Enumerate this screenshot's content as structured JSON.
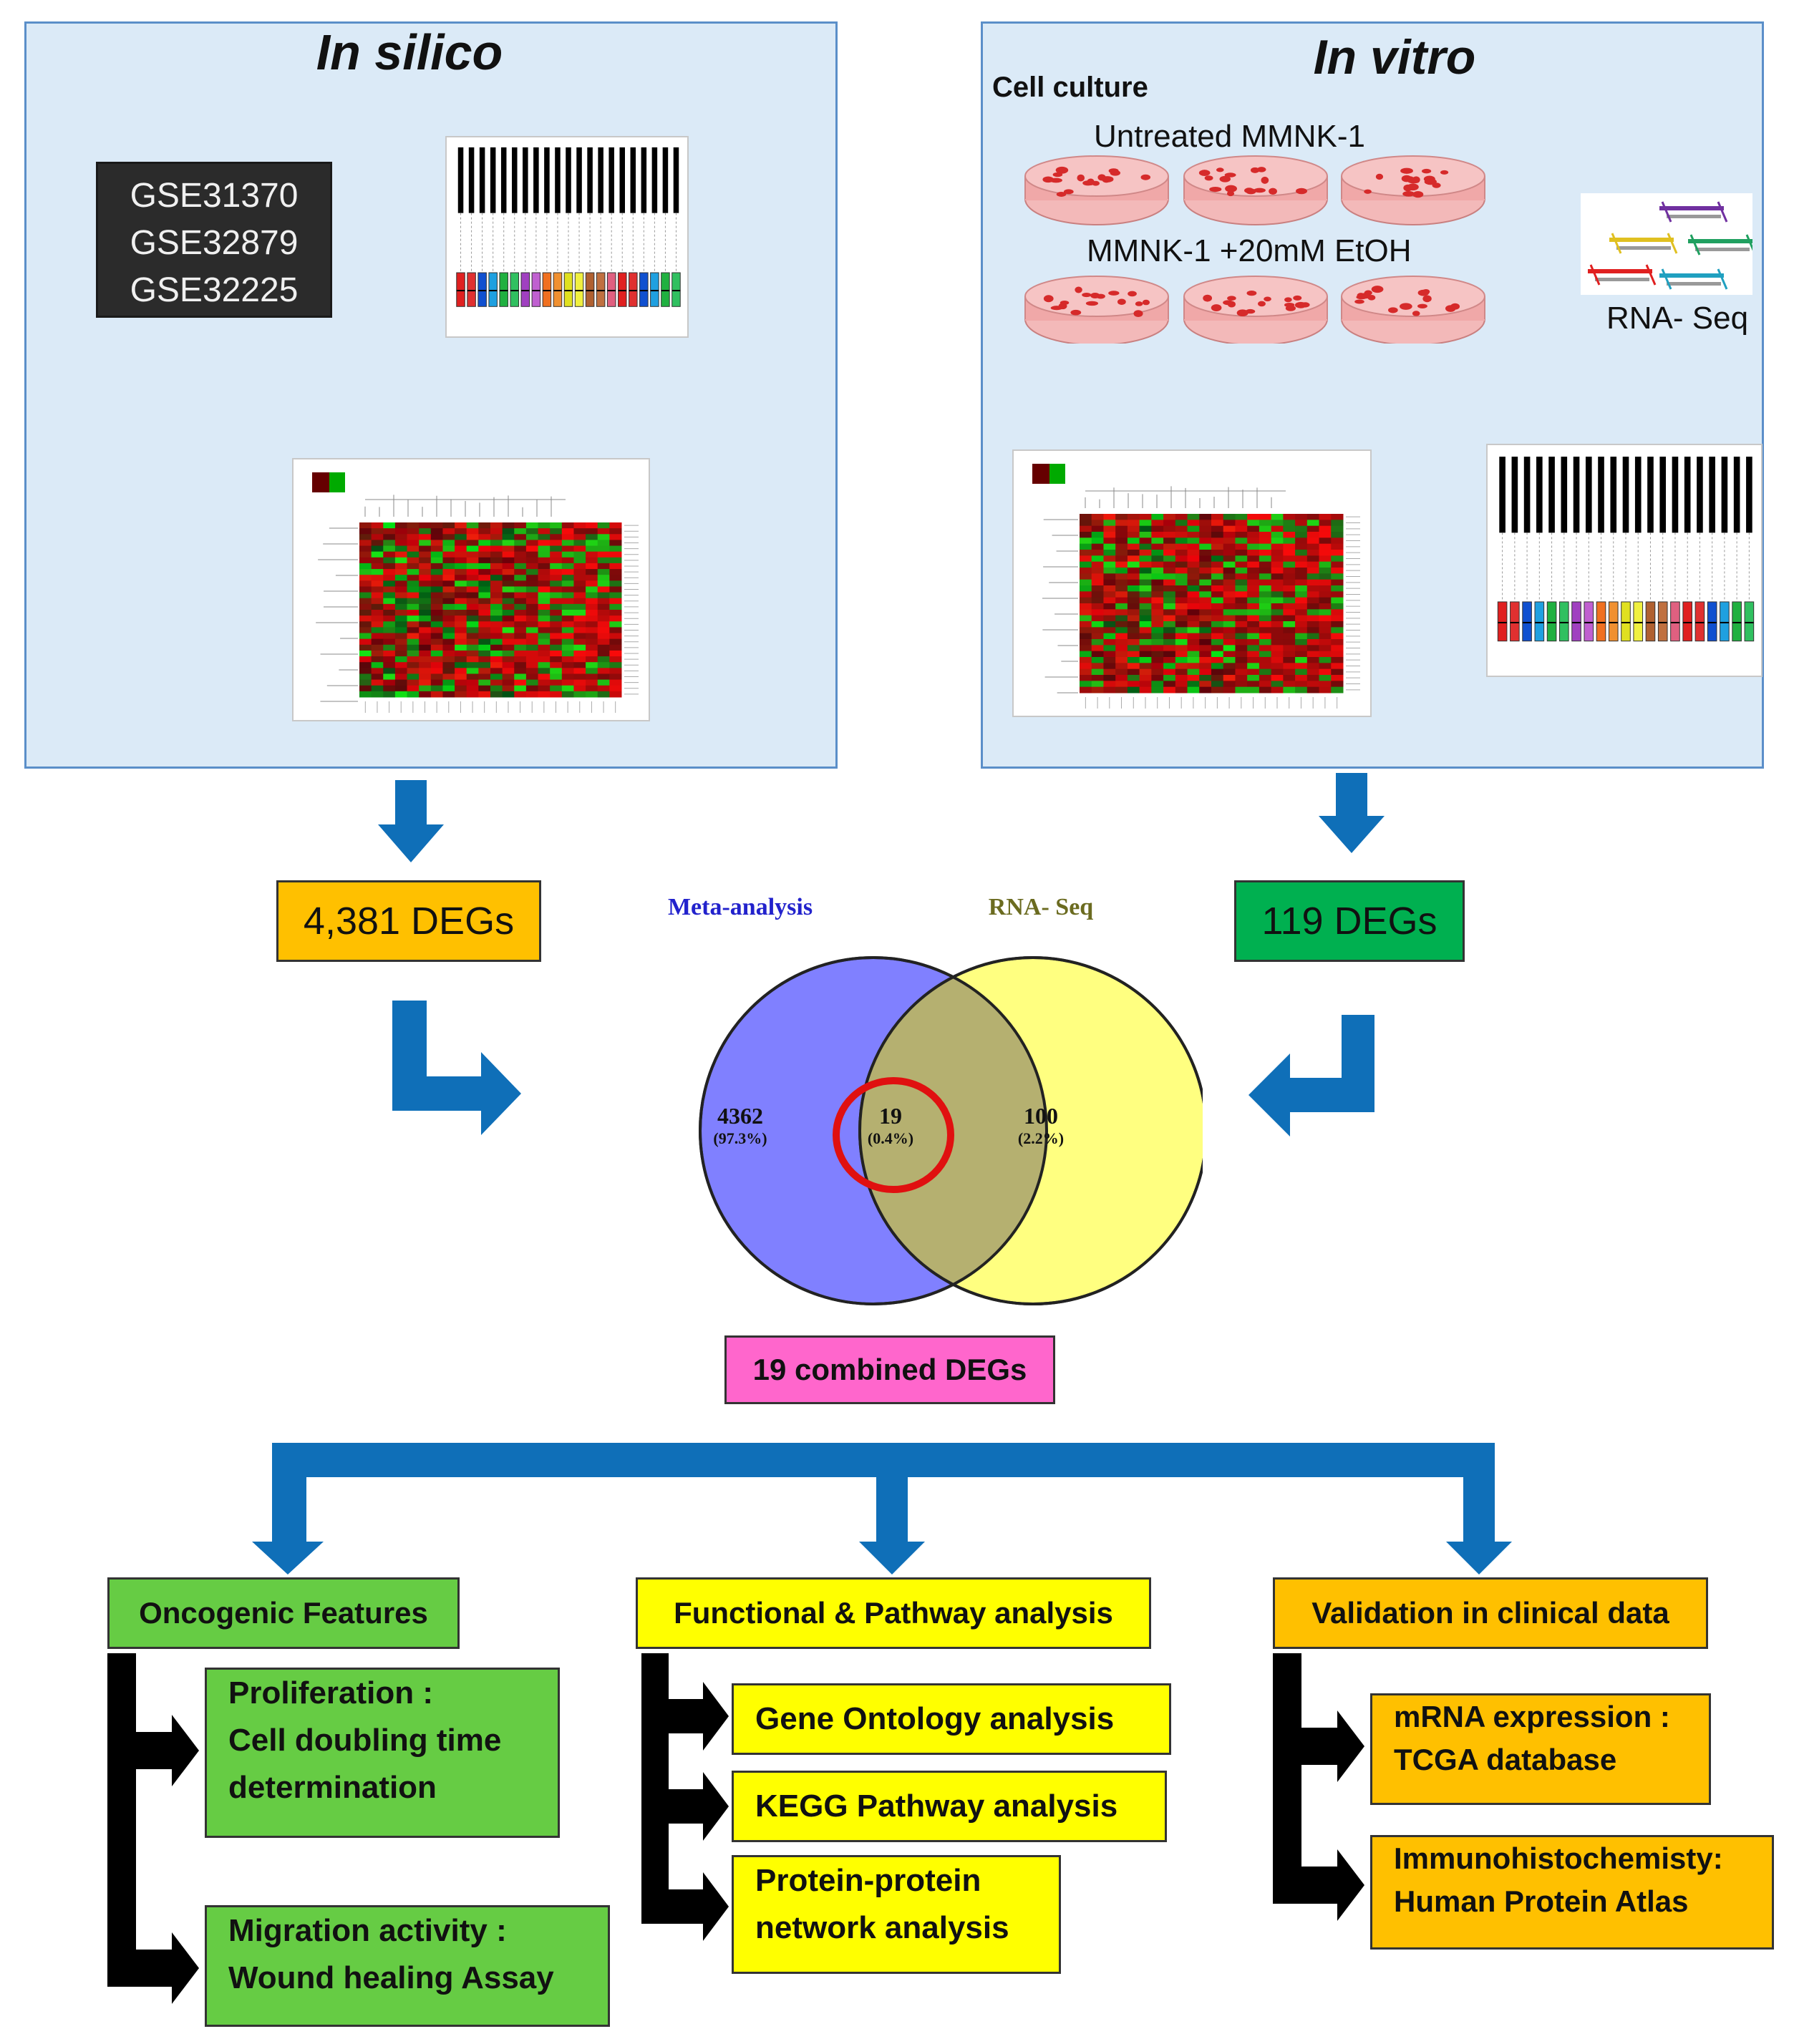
{
  "in_silico": {
    "title": "In silico",
    "datasets": [
      "GSE31370",
      "GSE32879",
      "GSE32225"
    ]
  },
  "in_vitro": {
    "title": "In vitro",
    "cell_culture_label": "Cell culture",
    "untreated_label": "Untreated MMNK-1",
    "treated_label": "MMNK-1 +20mM EtOH",
    "rnaseq_label": "RNA- Seq"
  },
  "degs": {
    "left": "4,381 DEGs",
    "right": "119 DEGs",
    "combined": "19 combined DEGs"
  },
  "venn": {
    "left_title": "Meta-analysis",
    "right_title": "RNA- Seq",
    "left_count": "4362",
    "left_pct": "(97.3%)",
    "mid_count": "19",
    "mid_pct": "(0.4%)",
    "right_count": "100",
    "right_pct": "(2.2%)"
  },
  "branches": {
    "oncogenic": {
      "title": "Oncogenic Features",
      "items": [
        [
          "Proliferation :",
          "Cell doubling time",
          "determination"
        ],
        [
          "Migration activity :",
          "Wound healing Assay"
        ]
      ]
    },
    "functional": {
      "title": "Functional & Pathway analysis",
      "items": [
        [
          "Gene Ontology analysis"
        ],
        [
          "KEGG Pathway analysis"
        ],
        [
          "Protein-protein",
          "network analysis"
        ]
      ]
    },
    "validation": {
      "title": "Validation in clinical data",
      "items": [
        [
          "mRNA expression :",
          "TCGA database"
        ],
        [
          "Immunohistochemisty:",
          "Human Protein Atlas"
        ]
      ]
    }
  },
  "colors": {
    "arrow_blue": "#0f6fb8",
    "panel_bg": "#dbeaf7",
    "orange": "#ffc000",
    "green": "#00b050",
    "light_green": "#66cc44",
    "yellow": "#ffff00",
    "pink": "#ff66cc",
    "venn_left": "#8080ff",
    "venn_right": "#ffff80",
    "venn_overlap": "#b5b070"
  }
}
